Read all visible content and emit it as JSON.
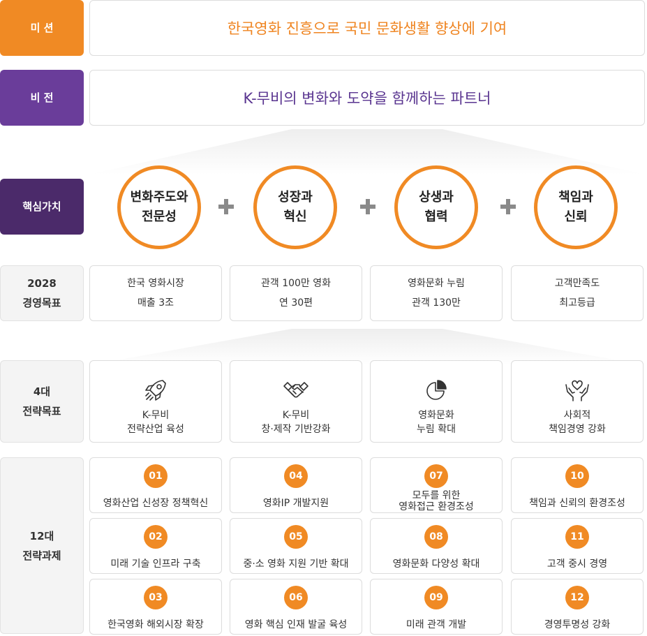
{
  "mission": {
    "label": "미 션",
    "text": "한국영화 진흥으로 국민 문화생활 향상에 기여"
  },
  "vision": {
    "label": "비 전",
    "text": "K-무비의 변화와 도약을 함께하는 파트너"
  },
  "core_values": {
    "label": "핵심가치",
    "items": [
      {
        "line1": "변화주도와",
        "line2": "전문성"
      },
      {
        "line1": "성장과",
        "line2": "혁신"
      },
      {
        "line1": "상생과",
        "line2": "협력"
      },
      {
        "line1": "책임과",
        "line2": "신뢰"
      }
    ]
  },
  "goals_2028": {
    "label_line1": "2028",
    "label_line2": "경영목표",
    "items": [
      {
        "line1": "한국 영화시장",
        "line2": "매출 3조"
      },
      {
        "line1": "관객 100만 영화",
        "line2": "연 30편"
      },
      {
        "line1": "영화문화 누림",
        "line2": "관객 130만"
      },
      {
        "line1": "고객만족도",
        "line2": "최고등급"
      }
    ]
  },
  "strategic_goals": {
    "label_line1": "4대",
    "label_line2": "전략목표",
    "items": [
      {
        "icon": "rocket-icon",
        "line1": "K-무비",
        "line2": "전략산업 육성"
      },
      {
        "icon": "handshake-icon",
        "line1": "K-무비",
        "line2": "창·제작 기반강화"
      },
      {
        "icon": "pie-chart-icon",
        "line1": "영화문화",
        "line2": "누림 확대"
      },
      {
        "icon": "heart-hands-icon",
        "line1": "사회적",
        "line2": "책임경영 강화"
      }
    ]
  },
  "strategic_tasks": {
    "label_line1": "12대",
    "label_line2": "전략과제",
    "items": [
      {
        "num": "01",
        "line1": "영화산업 신성장 정책혁신",
        "line2": ""
      },
      {
        "num": "02",
        "line1": "미래 기술 인프라 구축",
        "line2": ""
      },
      {
        "num": "03",
        "line1": "한국영화 해외시장 확장",
        "line2": ""
      },
      {
        "num": "04",
        "line1": "영화IP 개발지원",
        "line2": ""
      },
      {
        "num": "05",
        "line1": "중·소 영화 지원 기반 확대",
        "line2": ""
      },
      {
        "num": "06",
        "line1": "영화 핵심 인재 발굴 육성",
        "line2": ""
      },
      {
        "num": "07",
        "line1": "모두를 위한",
        "line2": "영화접근 환경조성"
      },
      {
        "num": "08",
        "line1": "영화문화 다양성 확대",
        "line2": ""
      },
      {
        "num": "09",
        "line1": "미래 관객 개발",
        "line2": ""
      },
      {
        "num": "10",
        "line1": "책임과 신뢰의 환경조성",
        "line2": ""
      },
      {
        "num": "11",
        "line1": "고객 중시 경영",
        "line2": ""
      },
      {
        "num": "12",
        "line1": "경영투명성 강화",
        "line2": ""
      }
    ]
  },
  "colors": {
    "orange": "#f08a24",
    "purple": "#6a3d9a",
    "dark_purple": "#4b2a6a"
  }
}
